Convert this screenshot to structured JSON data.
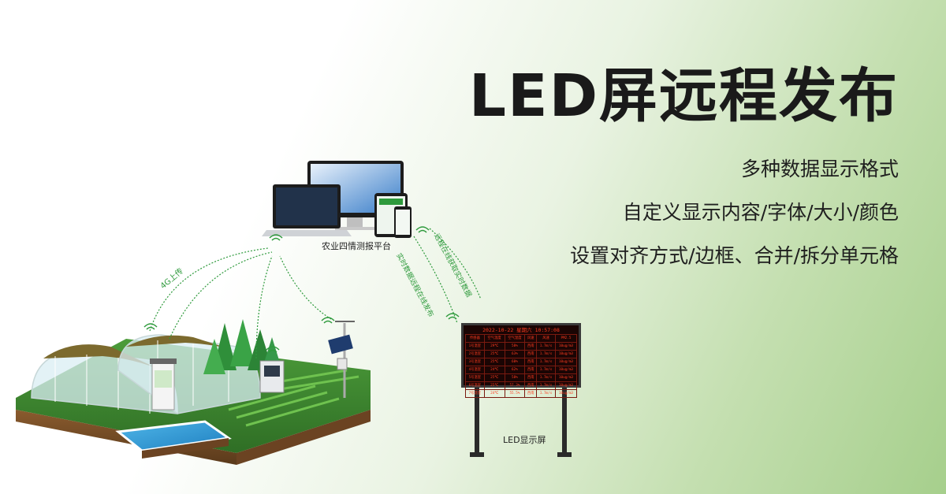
{
  "banner": {
    "title": "LED屏远程发布",
    "features": [
      "多种数据显示格式",
      "自定义显示内容/字体/大小/颜色",
      "设置对齐方式/边框、合并/拆分单元格"
    ]
  },
  "diagram": {
    "platform_label": "农业四情测报平台",
    "upload_label": "4G上传",
    "push_label": "实时数据远程在线发布",
    "request_label": "远程在线获取实时数据",
    "led_label": "LED显示屏"
  },
  "led_screen": {
    "datetime": "2022-10-22 星期六 10:57:08",
    "headers": [
      "传感器",
      "空气温度",
      "空气湿度",
      "风速",
      "风速",
      "PM2.5"
    ],
    "rows": [
      [
        "1号温室",
        "29℃",
        "58%",
        "西南",
        "1.7m/s",
        "10ug/m3"
      ],
      [
        "2号温室",
        "25℃",
        "63%",
        "西南",
        "1.7m/s",
        "10ug/m3"
      ],
      [
        "3号温室",
        "25℃",
        "60%",
        "西南",
        "1.7m/s",
        "10ug/m3"
      ],
      [
        "4号温室",
        "24℃",
        "62%",
        "西南",
        "1.7m/s",
        "10ug/m3"
      ],
      [
        "5号温室",
        "25℃",
        "58%",
        "西南",
        "1.7m/s",
        "10ug/m3"
      ],
      [
        "6号温室",
        "25℃",
        "57.3%",
        "西南",
        "1.7m/s",
        "10ug/m3"
      ],
      [
        "7号温室",
        "24℃",
        "55.5%",
        "西南",
        "1.7m/s",
        "10ug/m3"
      ]
    ]
  },
  "colors": {
    "accent_green": "#2e9a3c",
    "led_red": "#ff3b1f",
    "led_bg": "#1a0504"
  }
}
